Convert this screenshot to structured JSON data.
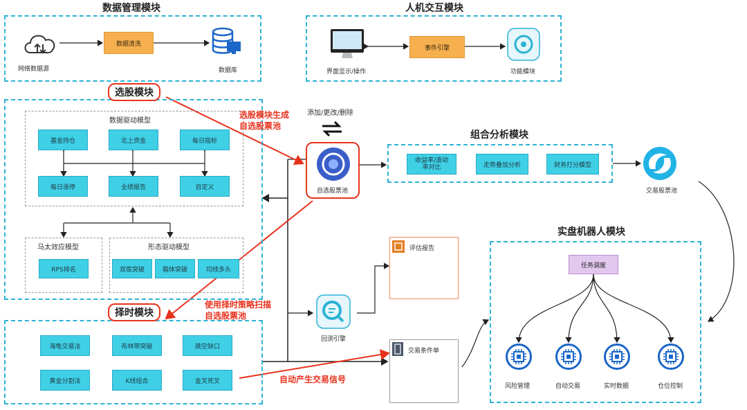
{
  "data_mgmt": {
    "title": "数据管理模块",
    "source": "网络数据源",
    "clean": "数据清洗",
    "db": "数据库"
  },
  "hci": {
    "title": "人机交互模块",
    "display": "界面显示/操作",
    "event": "事件引擎",
    "func": "功能模块"
  },
  "stock_select": {
    "title": "选股模块",
    "data_model": {
      "title": "数据驱动模型",
      "items": [
        "基金持仓",
        "北上资金",
        "每日指标",
        "每日涨停",
        "业绩报告",
        "自定义"
      ]
    },
    "matthew": {
      "title": "马太效应模型",
      "items": [
        "RPS排名"
      ]
    },
    "shape": {
      "title": "形态驱动模型",
      "items": [
        "双底突破",
        "箱体突破",
        "均线多头"
      ]
    }
  },
  "timing": {
    "title": "择时模块",
    "items": [
      "海龟交易法",
      "布林带突破",
      "跳空缺口",
      "黄金分割法",
      "K线组合",
      "金叉死叉"
    ]
  },
  "center": {
    "ops": "添加/更改/删除",
    "pool": "自选股票池"
  },
  "annotations": {
    "a1": "选股模块生成\n自选股票池",
    "a2": "使用择时策略扫描\n自选股票池",
    "a3": "自动产生交易信号"
  },
  "portfolio": {
    "title": "组合分析模块",
    "items": [
      "收益率/波动\n率对比",
      "走势叠加分析",
      "财务打分模型"
    ],
    "pool": "交易股票池"
  },
  "eval": {
    "report": "评估报告",
    "backtest": "回测引擎",
    "order": "交易条件单"
  },
  "robot": {
    "title": "实盘机器人模块",
    "scheduler": "任务调度",
    "items": [
      "风险管理",
      "自动交易",
      "实时数据",
      "仓位控制"
    ]
  },
  "colors": {
    "accent": "#2bb3d6",
    "box": "#3fd0e6",
    "orange": "#f6b04f",
    "red": "#e8321d",
    "chip": "#1a66c9",
    "task": "#e2c8ee"
  }
}
